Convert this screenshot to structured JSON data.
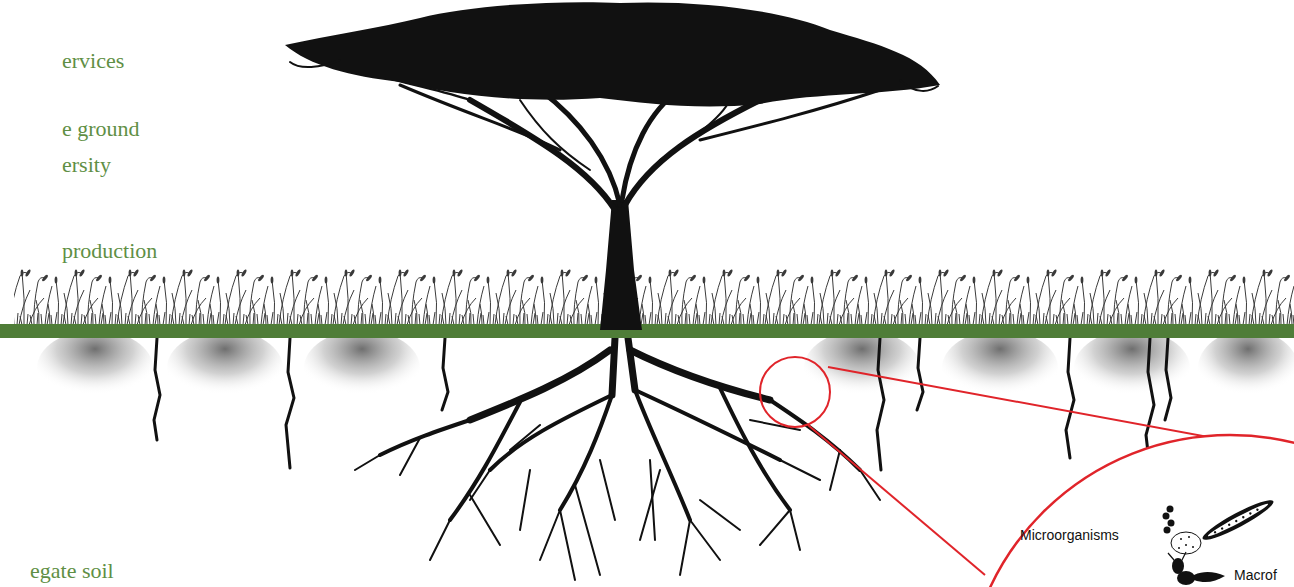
{
  "diagram": {
    "labels": [
      "ervices",
      "e ground",
      "ersity",
      "production",
      "egate soil",
      "Microorganisms",
      "Macrof"
    ]
  }
}
